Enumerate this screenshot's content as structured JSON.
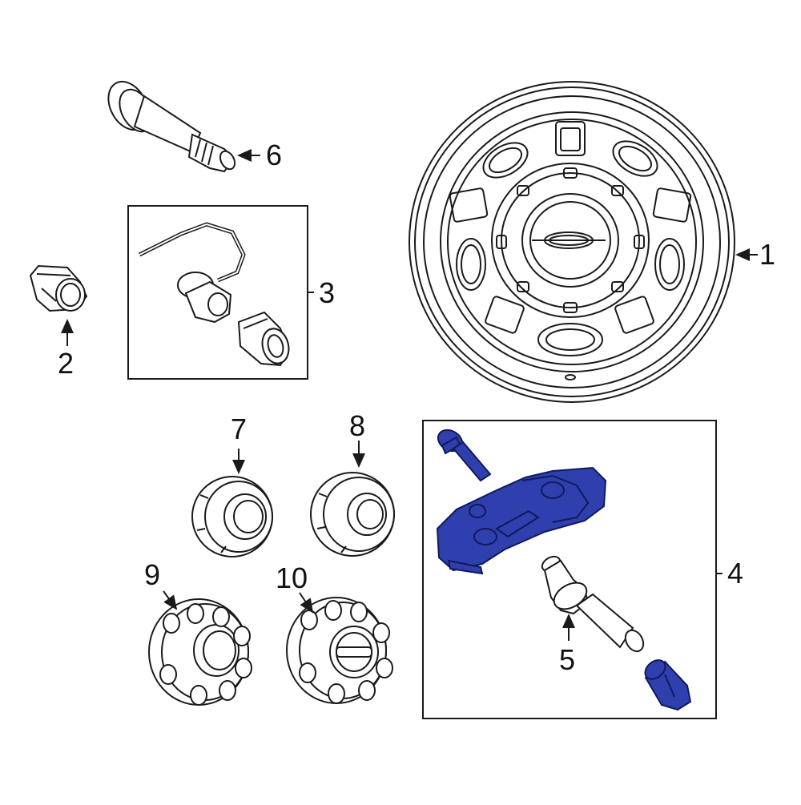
{
  "diagram": {
    "callouts": {
      "c1": "1",
      "c2": "2",
      "c3": "3",
      "c4": "4",
      "c5": "5",
      "c6": "6",
      "c7": "7",
      "c8": "8",
      "c9": "9",
      "c10": "10"
    },
    "colors": {
      "line": "#1a1a1a",
      "highlight_fill": "#2f3fae",
      "highlight_stroke": "#0f1a5c",
      "background": "#ffffff"
    }
  }
}
